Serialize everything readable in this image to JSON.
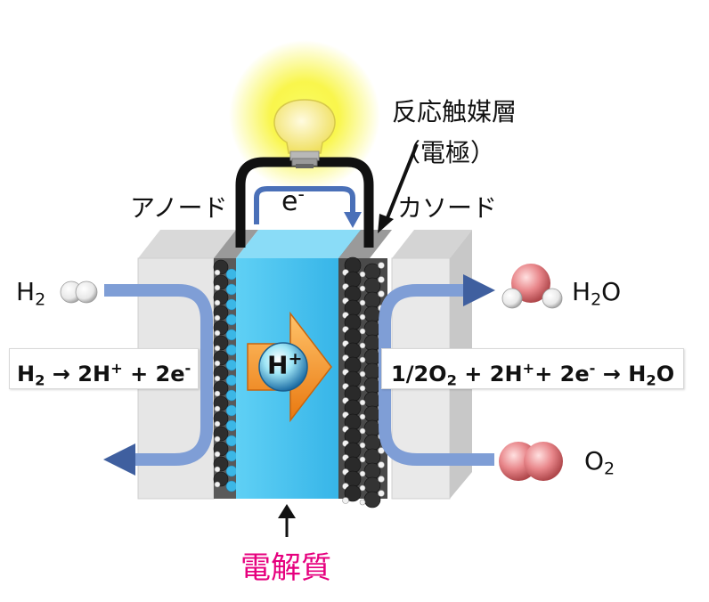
{
  "labels": {
    "catalyst_layer_line1": "反応触媒層",
    "catalyst_layer_line2": "（電極）",
    "anode": "アノード",
    "cathode": "カソード",
    "electron": "e",
    "electron_sup": "-",
    "electrolyte": "電解質"
  },
  "molecules": {
    "h2_sym": "H",
    "h2_sub": "2",
    "h2o_sym_h": "H",
    "h2o_sub": "2",
    "h2o_sym_o": "O",
    "o2_sym": "O",
    "o2_sub": "2"
  },
  "proton": {
    "symbol": "H",
    "charge": "+"
  },
  "equations": {
    "anode": {
      "p1": "H",
      "s1": "2",
      "p2": " → 2H",
      "sup1": "+",
      "p3": " + 2e",
      "sup2": "-"
    },
    "cathode": {
      "p1": "1/2O",
      "s1": "2",
      "p2": " + 2H",
      "sup1": "+",
      "p3": "+ 2e",
      "sup2": "-",
      "p4": " → H",
      "s2": "2",
      "p5": "O"
    }
  },
  "colors": {
    "electrolyte": "#3fc0ef",
    "electrolyte_side": "#1f8fc6",
    "arrow_blue": "#3f5f9f",
    "proton_arrow": "#f7941d",
    "electrolyte_label": "#e6007e",
    "bulb_glow": "#f6f200",
    "h_atom": "#f4f4f4",
    "o_atom": "#e8868a",
    "catalyst_dark": "#2a2a2a"
  },
  "icons": [
    "lightbulb-icon",
    "hydrogen-molecule-icon",
    "water-molecule-icon",
    "oxygen-molecule-icon",
    "proton-arrow-icon"
  ]
}
